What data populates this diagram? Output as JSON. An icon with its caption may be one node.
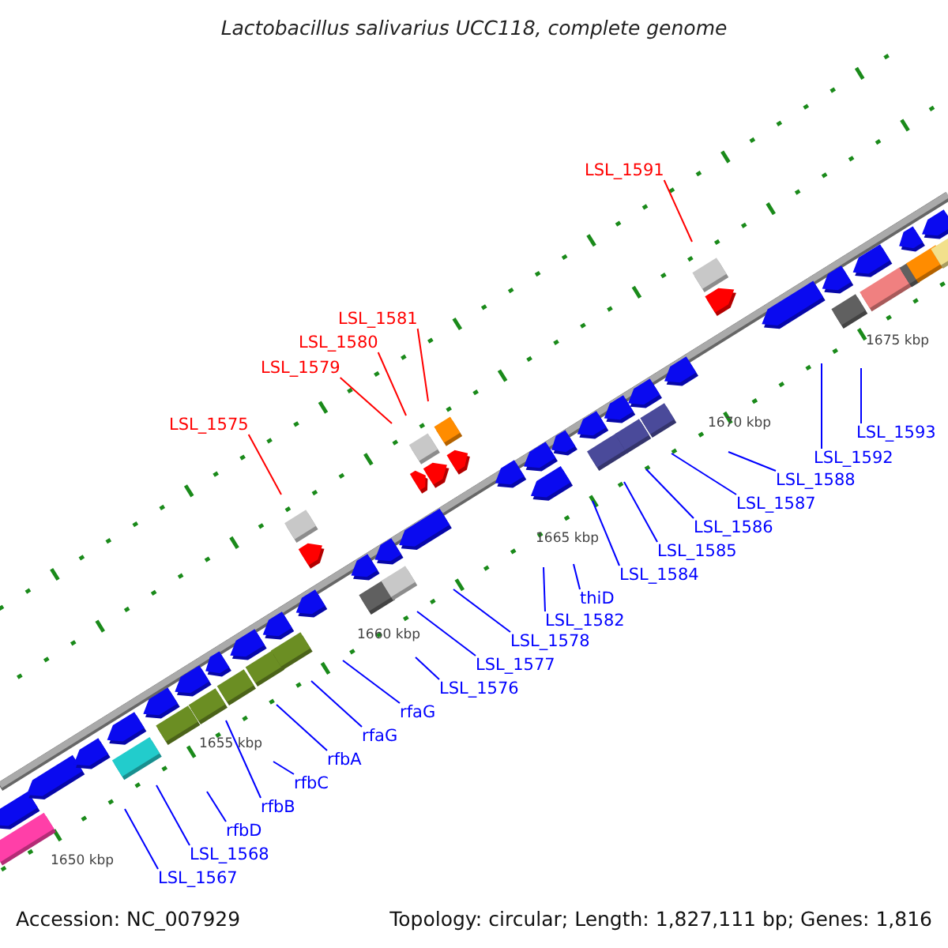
{
  "diagram": {
    "title": "Lactobacillus salivarius UCC118, complete genome",
    "nodes": [
      {
        "text": [
          "LSL_1591"
        ]
      },
      {
        "text": [
          "LSL_1581"
        ]
      },
      {
        "text": [
          "LSL_1580"
        ]
      },
      {
        "text": [
          "LSL_1579"
        ]
      },
      {
        "text": [
          "LSL_1575"
        ]
      },
      {
        "text": [
          "LSL_1593"
        ]
      },
      {
        "text": [
          "LSL_1592"
        ]
      },
      {
        "text": [
          "LSL_1588"
        ]
      },
      {
        "text": [
          "LSL_1587"
        ]
      },
      {
        "text": [
          "LSL_1586"
        ]
      },
      {
        "text": [
          "LSL_1585"
        ]
      },
      {
        "text": [
          "LSL_1584"
        ]
      },
      {
        "text": [
          "thiD"
        ]
      },
      {
        "text": [
          "LSL_1582"
        ]
      },
      {
        "text": [
          "LSL_1578"
        ]
      },
      {
        "text": [
          "LSL_1577"
        ]
      },
      {
        "text": [
          "LSL_1576"
        ]
      },
      {
        "text": [
          "rfaG"
        ]
      },
      {
        "text": [
          "rfaG"
        ]
      },
      {
        "text": [
          "rfbA"
        ]
      },
      {
        "text": [
          "rfbC"
        ]
      },
      {
        "text": [
          "rfbB"
        ]
      },
      {
        "text": [
          "rfbD"
        ]
      },
      {
        "text": [
          "LSL_1568"
        ]
      },
      {
        "text": [
          "LSL_1567"
        ]
      }
    ],
    "edges": [
      {
        "from": 0,
        "to": null,
        "arrow": "none",
        "color": "#ff0000"
      },
      {
        "from": 1,
        "to": null,
        "arrow": "none",
        "color": "#ff0000"
      },
      {
        "from": 2,
        "to": null,
        "arrow": "none",
        "color": "#ff0000"
      },
      {
        "from": 3,
        "to": null,
        "arrow": "none",
        "color": "#ff0000"
      },
      {
        "from": 4,
        "to": null,
        "arrow": "none",
        "color": "#ff0000"
      },
      {
        "from": 5,
        "to": null,
        "arrow": "none"
      },
      {
        "from": 6,
        "to": null,
        "arrow": "none"
      },
      {
        "from": 7,
        "to": null,
        "arrow": "none"
      },
      {
        "from": 8,
        "to": null,
        "arrow": "none"
      },
      {
        "from": 9,
        "to": null,
        "arrow": "none"
      },
      {
        "from": 10,
        "to": null,
        "arrow": "none"
      },
      {
        "from": 11,
        "to": null,
        "arrow": "none"
      },
      {
        "from": 12,
        "to": null,
        "arrow": "none"
      },
      {
        "from": 13,
        "to": null,
        "arrow": "none"
      },
      {
        "from": 14,
        "to": null,
        "arrow": "none"
      },
      {
        "from": 15,
        "to": null,
        "arrow": "none"
      },
      {
        "from": 16,
        "to": null,
        "arrow": "none"
      },
      {
        "from": 17,
        "to": null,
        "arrow": "none"
      },
      {
        "from": 18,
        "to": null,
        "arrow": "none"
      },
      {
        "from": 19,
        "to": null,
        "arrow": "none"
      },
      {
        "from": 20,
        "to": null,
        "arrow": "none"
      },
      {
        "from": 21,
        "to": null,
        "arrow": "none"
      },
      {
        "from": 22,
        "to": null,
        "arrow": "none"
      },
      {
        "from": 23,
        "to": null,
        "arrow": "none"
      },
      {
        "from": 24,
        "to": null,
        "arrow": "none"
      }
    ],
    "labels": [
      "1675 kbp",
      "1670 kbp",
      "1665 kbp",
      "1660 kbp",
      "1655 kbp",
      "1650 kbp",
      "Accession: NC_007929",
      "Topology: circular; Length: 1,827,111 bp; Genes: 1,816"
    ]
  }
}
